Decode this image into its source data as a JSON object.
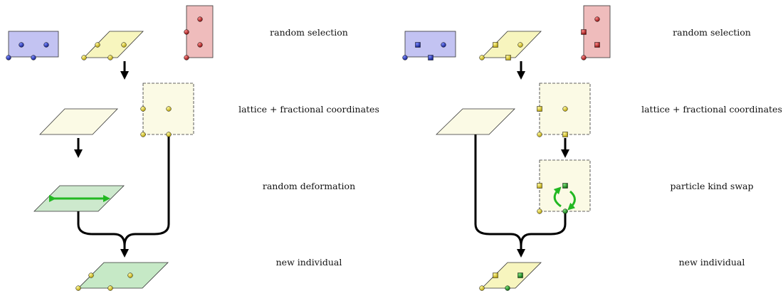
{
  "left_panel": {
    "labels": {
      "selection": "random selection",
      "lattice": "lattice + fractional coordinates",
      "operation": "random deformation",
      "result": "new individual"
    }
  },
  "right_panel": {
    "labels": {
      "selection": "random selection",
      "lattice": "lattice + fractional coordinates",
      "operation": "particle kind swap",
      "result": "new individual"
    }
  },
  "colors": {
    "blue_cell": "#c3c3f2",
    "yellow_cell": "#f7f5be",
    "pale_yellow_cell": "#fbfae5",
    "red_cell": "#efbcbc",
    "green_cell": "#c6e9c6",
    "blue_atom": "#1f2fb0",
    "yellow_atom": "#e9d12a",
    "red_atom": "#c21c1c",
    "green_atom": "#1c9a1c",
    "arrow_green": "#22b822",
    "arrow_black": "#000000"
  }
}
